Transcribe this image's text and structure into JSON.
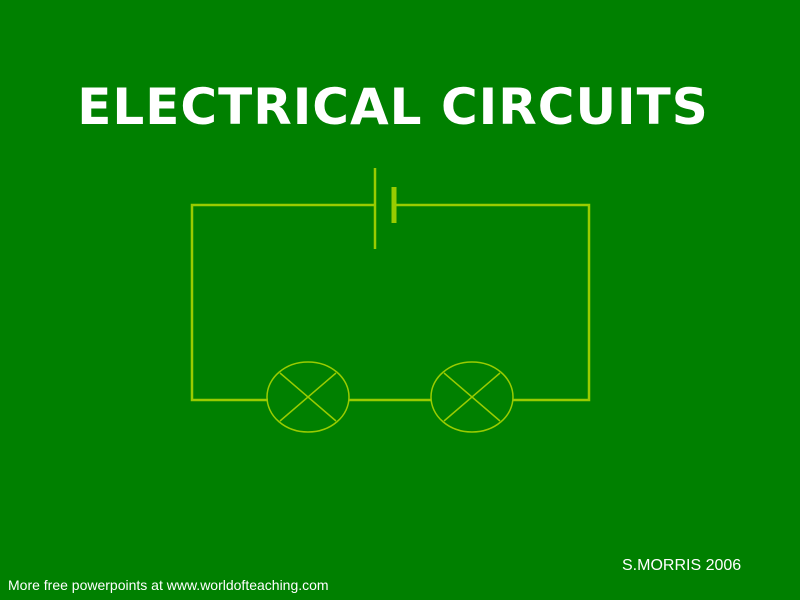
{
  "slide": {
    "title": "ELECTRICAL CIRCUITS",
    "author": "S.MORRIS 2006",
    "footer": "More free powerpoints at www.worldofteaching.com"
  },
  "diagram": {
    "components": [
      "cell",
      "lamp",
      "lamp"
    ],
    "connection": "series"
  },
  "colors": {
    "background": "#008000",
    "wire": "#99cc00",
    "text": "#ffffff"
  }
}
